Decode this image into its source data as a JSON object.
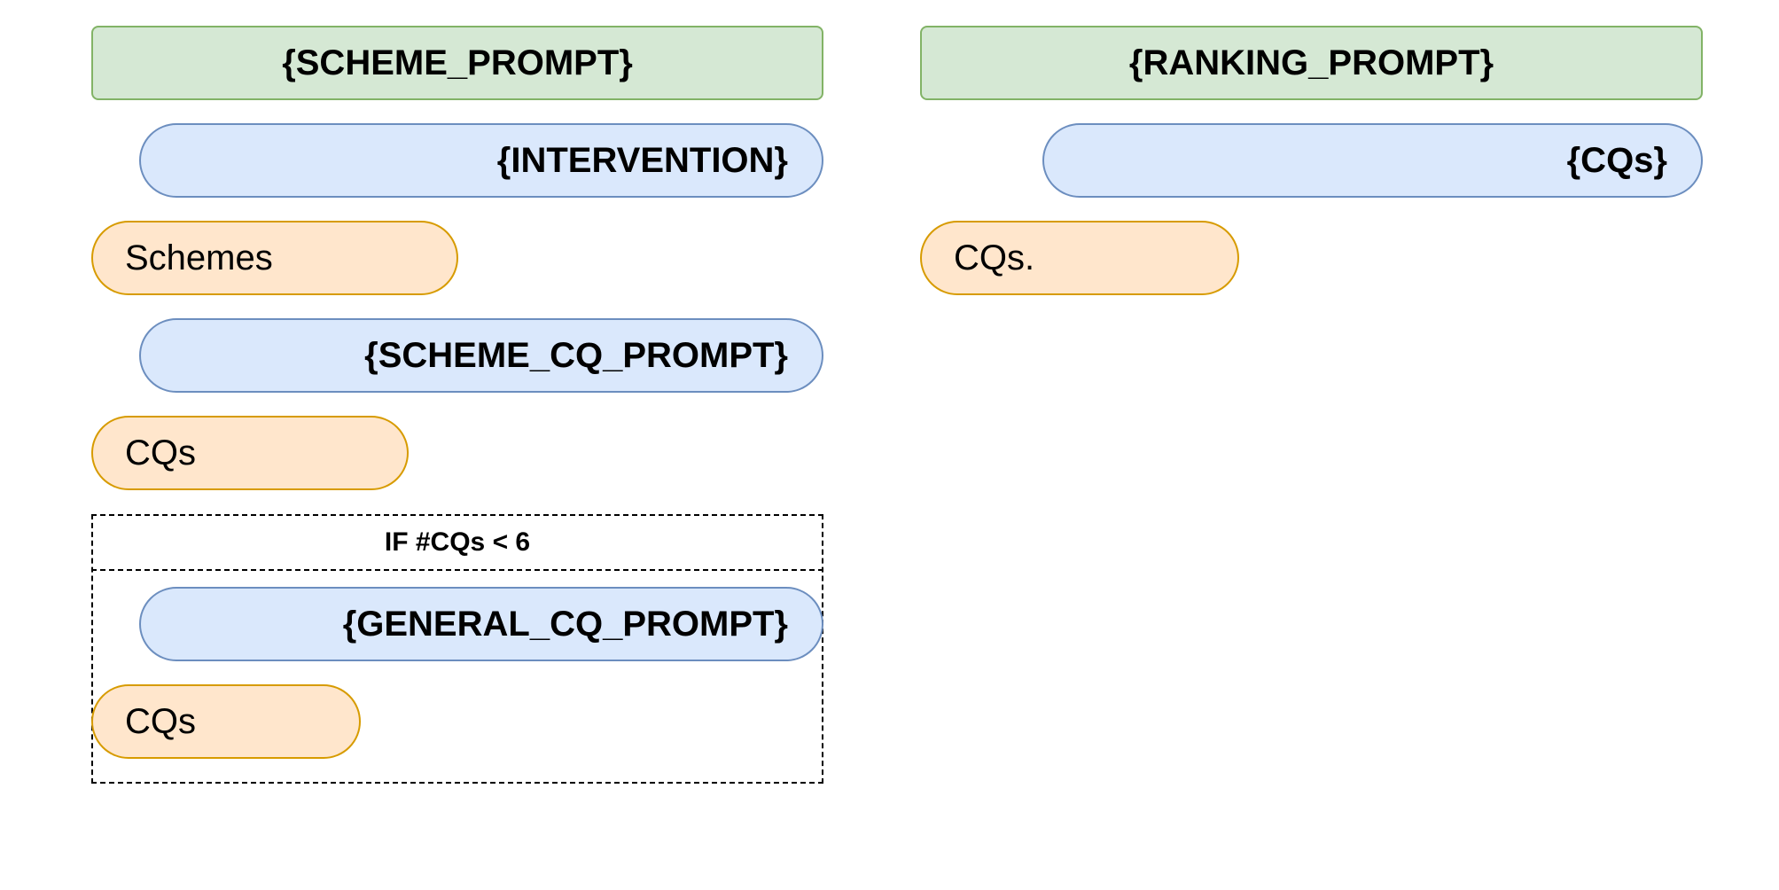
{
  "left": {
    "scheme_prompt": "{SCHEME_PROMPT}",
    "intervention": "{INTERVENTION}",
    "schemes": "Schemes",
    "scheme_cq_prompt": "{SCHEME_CQ_PROMPT}",
    "cqs": "CQs",
    "condition": {
      "label": "IF #CQs < 6",
      "general_cq_prompt": "{GENERAL_CQ_PROMPT}",
      "cqs": "CQs"
    }
  },
  "right": {
    "ranking_prompt": "{RANKING_PROMPT}",
    "cqs_input": "{CQs}",
    "cqs_output": "CQs."
  },
  "colors": {
    "system_fill": "#d5e8d4",
    "system_stroke": "#82b366",
    "user_fill": "#dae8fc",
    "user_stroke": "#6c8ebf",
    "assistant_fill": "#ffe6cc",
    "assistant_stroke": "#d79b00"
  }
}
